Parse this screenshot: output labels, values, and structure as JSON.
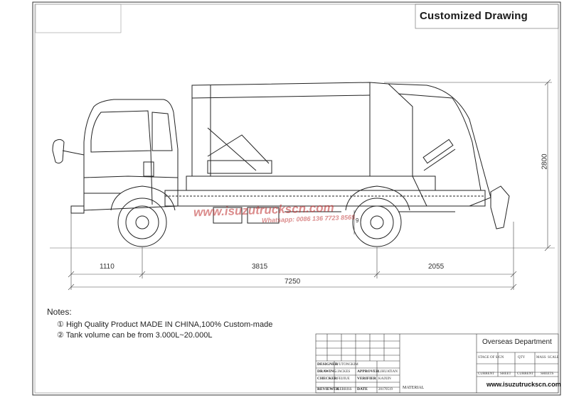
{
  "drawing": {
    "title": "Customized Drawing"
  },
  "dimensions": {
    "front_overhang": "1110",
    "wheelbase": "3815",
    "rear_overhang": "2055",
    "total_length": "7250",
    "height": "2800",
    "small_vertical": "9"
  },
  "watermark": {
    "site": "www.isuzutruckscn.com",
    "whatsapp": "Whatsapp: 0086 136 7723 8565"
  },
  "notes": {
    "title": "Notes:",
    "items": [
      {
        "marker": "①",
        "text": "High Quality Product MADE IN CHINA,100% Custom-made"
      },
      {
        "marker": "②",
        "text": "Tank volume can be from 3.000L~20.000L"
      }
    ]
  },
  "title_block": {
    "department": "Overseas Department",
    "site": "www.isuzutruckscn.com",
    "material_label": "MATERIAL",
    "rows": [
      {
        "label": "DRAWING",
        "name": "JACKES",
        "role": "APPROVER",
        "role_name": "LIHUATIAN"
      },
      {
        "label": "CHECKER",
        "name": "FEIJIUE",
        "role": "VERIFIER",
        "role_name": "KAIXIN"
      },
      {
        "label": "REVIEWER",
        "name": "GERRISS",
        "role": "DATE",
        "role_name": "20170519"
      }
    ],
    "header_row": {
      "label": "DESIGNER",
      "name": "YUTONGKIM",
      "role": "",
      "role_name": ""
    },
    "stage_labels": [
      "STAGE OF SIGN",
      "QTY",
      "MASS",
      "SCALE"
    ],
    "sheet_labels": [
      "CURRENT",
      "SHEET",
      "CURRENT",
      "SHEETS"
    ]
  }
}
